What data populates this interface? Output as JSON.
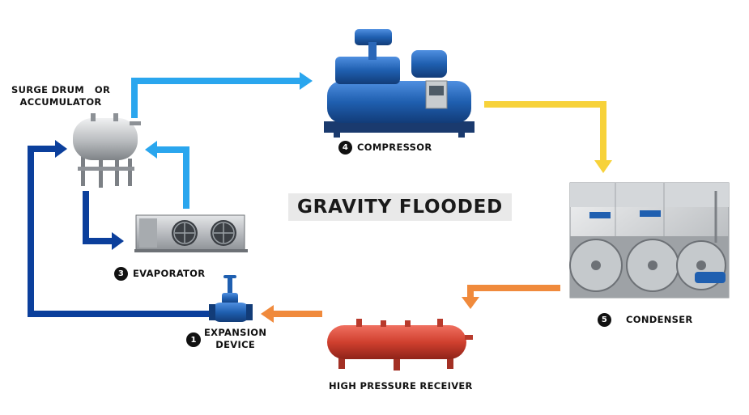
{
  "title": "GRAVITY FLOODED",
  "components": {
    "surge_drum": {
      "line1": "SURGE DRUM   OR",
      "line2": "ACCUMULATOR"
    },
    "compressor": {
      "number": "4",
      "label": "COMPRESSOR"
    },
    "evaporator": {
      "number": "3",
      "label": "EVAPORATOR"
    },
    "expansion": {
      "number": "1",
      "line1": "EXPANSION",
      "line2": "DEVICE"
    },
    "condenser": {
      "number": "5",
      "label": "CONDENSER"
    },
    "receiver": {
      "label": "HIGH PRESSURE RECEIVER"
    }
  },
  "colors": {
    "dark_blue": "#0b3f9c",
    "light_blue": "#2aa6ee",
    "yellow": "#f7d23a",
    "orange": "#f08a3c",
    "equipment_blue": "#1f5fb0",
    "receiver_red": "#d64a3a"
  }
}
